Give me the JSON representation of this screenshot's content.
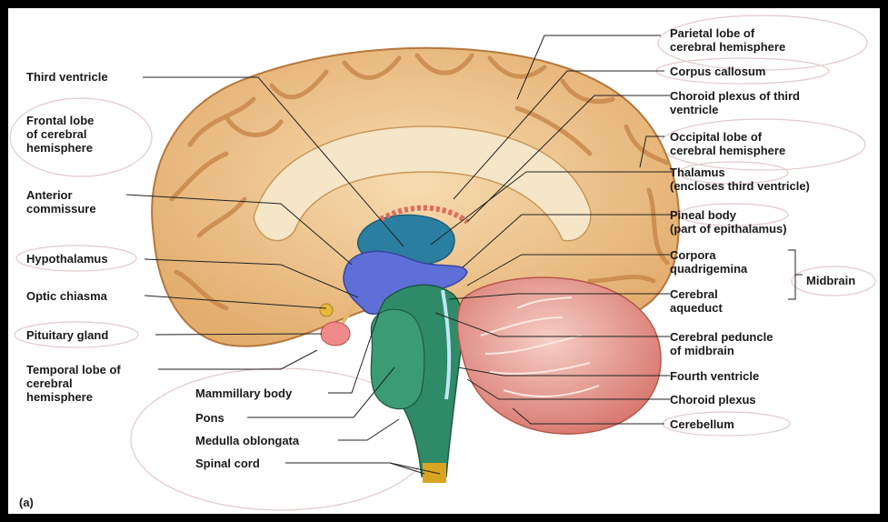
{
  "figure_tag": "(a)",
  "labels": {
    "third_ventricle": [
      "Third ventricle"
    ],
    "frontal_lobe": [
      "Frontal lobe",
      "of cerebral",
      "hemisphere"
    ],
    "anterior_commissure": [
      "Anterior",
      "commissure"
    ],
    "hypothalamus": [
      "Hypothalamus"
    ],
    "optic_chiasma": [
      "Optic chiasma"
    ],
    "pituitary_gland": [
      "Pituitary gland"
    ],
    "temporal_lobe": [
      "Temporal lobe of",
      "cerebral",
      "hemisphere"
    ],
    "mammillary_body": [
      "Mammillary body"
    ],
    "pons": [
      "Pons"
    ],
    "medulla_oblongata": [
      "Medulla oblongata"
    ],
    "spinal_cord": [
      "Spinal cord"
    ],
    "parietal_lobe": [
      "Parietal lobe of",
      "cerebral hemisphere"
    ],
    "corpus_callosum": [
      "Corpus callosum"
    ],
    "choroid_plexus_third": [
      "Choroid plexus of third",
      "ventricle"
    ],
    "occipital_lobe": [
      "Occipital lobe of",
      "cerebral hemisphere"
    ],
    "thalamus": [
      "Thalamus",
      "(encloses third ventricle)"
    ],
    "pineal_body": [
      "Pineal body",
      "(part of epithalamus)"
    ],
    "corpora_quadrigemina": [
      "Corpora",
      "quadrigemina"
    ],
    "midbrain": [
      "Midbrain"
    ],
    "cerebral_aqueduct": [
      "Cerebral",
      "aqueduct"
    ],
    "cerebral_peduncle": [
      "Cerebral peduncle",
      "of midbrain"
    ],
    "fourth_ventricle": [
      "Fourth ventricle"
    ],
    "choroid_plexus": [
      "Choroid plexus"
    ],
    "cerebellum": [
      "Cerebellum"
    ]
  },
  "colors": {
    "cortex": "#efc287",
    "gyri": "#e0a868",
    "sulci": "#b9773e",
    "ventricle": "#2a7fa0",
    "thalamus_blue": "#5f6fd8",
    "brainstem": "#2f8a67",
    "cerebellum": "#e0877e",
    "pituitary": "#f08a8a",
    "spinal_end": "#d9a420"
  }
}
